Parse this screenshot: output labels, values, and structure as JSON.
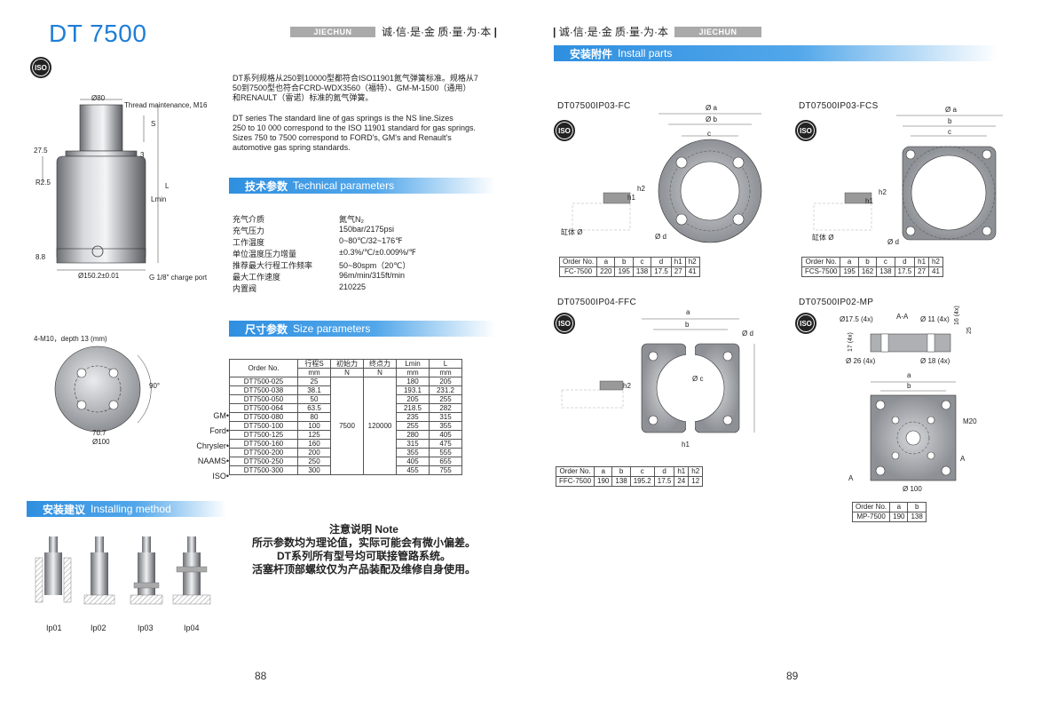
{
  "left": {
    "title": "DT 7500",
    "logo_text": "JIECHUN",
    "slogan": "诚·信·是·金  质·量·为·本",
    "iso": "ISO",
    "desc_cn": [
      "DT系列规格从250到10000型都符合ISO11901氮气弹簧标准。规格从7",
      "50到7500型也符合FCRD-WDX3560（福特）、GM-M-1500（通用）",
      "和RENAULT（雷诺）标准的氮气弹簧。"
    ],
    "desc_en": [
      "DT series The standard line of gas springs is the NS line.Sizes",
      "250 to 10 000 correspond to the ISO 11901 standard for gas springs.",
      "Sizes 750 to 7500 correspond to FORD's, GM's and Renault's",
      "automotive gas spring standards."
    ],
    "tech_cn": "技术参数",
    "tech_en": "Technical parameters",
    "params": [
      {
        "k": "充气介质",
        "v": "氮气N₂"
      },
      {
        "k": "充气压力",
        "v": "150bar/2175psi"
      },
      {
        "k": "工作温度",
        "v": "0~80℃/32~176℉"
      },
      {
        "k": "单位温度压力增量",
        "v": "±0.3%/℃/±0.009%/℉"
      },
      {
        "k": "推荐最大行程工作频率",
        "v": "50~80spm（20℃）"
      },
      {
        "k": "最大工作速度",
        "v": "96m/min/315ft/min"
      },
      {
        "k": "内置阀",
        "v": "210225"
      }
    ],
    "size_cn": "尺寸参数",
    "size_en": "Size parameters",
    "size_header1": [
      "Order No.",
      "行程S",
      "初始力",
      "终点力",
      "Lmin",
      "L"
    ],
    "size_header2": [
      "mm",
      "N",
      "N",
      "mm",
      "mm"
    ],
    "initial_force": "7500",
    "final_force": "120000",
    "size_rows": [
      [
        "DT7500-025",
        "25",
        "180",
        "205"
      ],
      [
        "DT7500-038",
        "38.1",
        "193.1",
        "231.2"
      ],
      [
        "DT7500-050",
        "50",
        "205",
        "255"
      ],
      [
        "DT7500-064",
        "63.5",
        "218.5",
        "282"
      ],
      [
        "DT7500-080",
        "80",
        "235",
        "315"
      ],
      [
        "DT7500-100",
        "100",
        "255",
        "355"
      ],
      [
        "DT7500-125",
        "125",
        "280",
        "405"
      ],
      [
        "DT7500-160",
        "160",
        "315",
        "475"
      ],
      [
        "DT7500-200",
        "200",
        "355",
        "555"
      ],
      [
        "DT7500-250",
        "250",
        "405",
        "655"
      ],
      [
        "DT7500-300",
        "300",
        "455",
        "755"
      ]
    ],
    "brands": [
      "GM•",
      "Ford•",
      "Chrysler•",
      "NAAMS•",
      "ISO•"
    ],
    "install_cn": "安装建议",
    "install_en": "Installing method",
    "ip_labels": [
      "Ip01",
      "Ip02",
      "Ip03",
      "Ip04"
    ],
    "dims": {
      "d80": "Ø80",
      "thread": "Thread maintenance, M16",
      "s": "S",
      "d3": "3",
      "d275": "27.5",
      "lmin": "Lmin",
      "l": "L",
      "r25": "R2.5",
      "d88": "8.8",
      "d150": "Ø150.2±0.01",
      "port": "G 1/8\" charge port",
      "m10": "4-M10，depth 13 (mm)",
      "d90": "90°",
      "d107": "70.7",
      "d100": "Ø100"
    },
    "note_title": "注意说明 Note",
    "note_lines": [
      "所示参数均为理论值，实际可能会有微小偏差。",
      "DT系列所有型号均可联接管路系统。",
      "活塞杆顶部螺纹仅为产品装配及维修自身使用。"
    ],
    "page_no": "88"
  },
  "right": {
    "slogan": "诚·信·是·金  质·量·为·本",
    "logo_text": "JIECHUN",
    "parts_cn": "安装附件",
    "parts_en": "Install parts",
    "fc": {
      "title": "DT07500IP03-FC",
      "labels": {
        "a": "Ø a",
        "b": "Ø b",
        "c": "c",
        "d": "Ø d",
        "h1": "h1",
        "h2": "h2"
      },
      "hole": "缸体 Ø",
      "header": [
        "Order No.",
        "a",
        "b",
        "c",
        "d",
        "h1",
        "h2"
      ],
      "row": [
        "FC-7500",
        "220",
        "195",
        "138",
        "17.5",
        "27",
        "41"
      ]
    },
    "fcs": {
      "title": "DT07500IP03-FCS",
      "labels": {
        "a": "Ø a",
        "b": "b",
        "c": "c",
        "d": "Ø d",
        "h1": "h1",
        "h2": "h2"
      },
      "hole": "缸体 Ø",
      "header": [
        "Order No.",
        "a",
        "b",
        "c",
        "d",
        "h1",
        "h2"
      ],
      "row": [
        "FCS-7500",
        "195",
        "162",
        "138",
        "17.5",
        "27",
        "41"
      ]
    },
    "ffc": {
      "title": "DT07500IP04-FFC",
      "labels": {
        "a": "a",
        "b": "b",
        "c": "Ø c",
        "d": "Ø d",
        "h1": "h1",
        "h2": "h2"
      },
      "header": [
        "Order No.",
        "a",
        "b",
        "c",
        "d",
        "h1",
        "h2"
      ],
      "row": [
        "FFC-7500",
        "190",
        "138",
        "195.2",
        "17.5",
        "24",
        "12"
      ]
    },
    "mp": {
      "title": "DT07500IP02-MP",
      "labels": {
        "d175": "Ø17.5 (4x)",
        "aa": "A-A",
        "d11": "Ø 11 (4x)",
        "d16": "16 (4x)",
        "d25": "25",
        "d17": "17 (4x)",
        "d26": "Ø 26 (4x)",
        "d18": "Ø 18 (4x)",
        "a": "a",
        "b": "b",
        "m20": "M20",
        "d100": "Ø 100",
        "A": "A"
      },
      "header": [
        "Order No.",
        "a",
        "b"
      ],
      "row": [
        "MP-7500",
        "190",
        "138"
      ]
    },
    "page_no": "89"
  }
}
